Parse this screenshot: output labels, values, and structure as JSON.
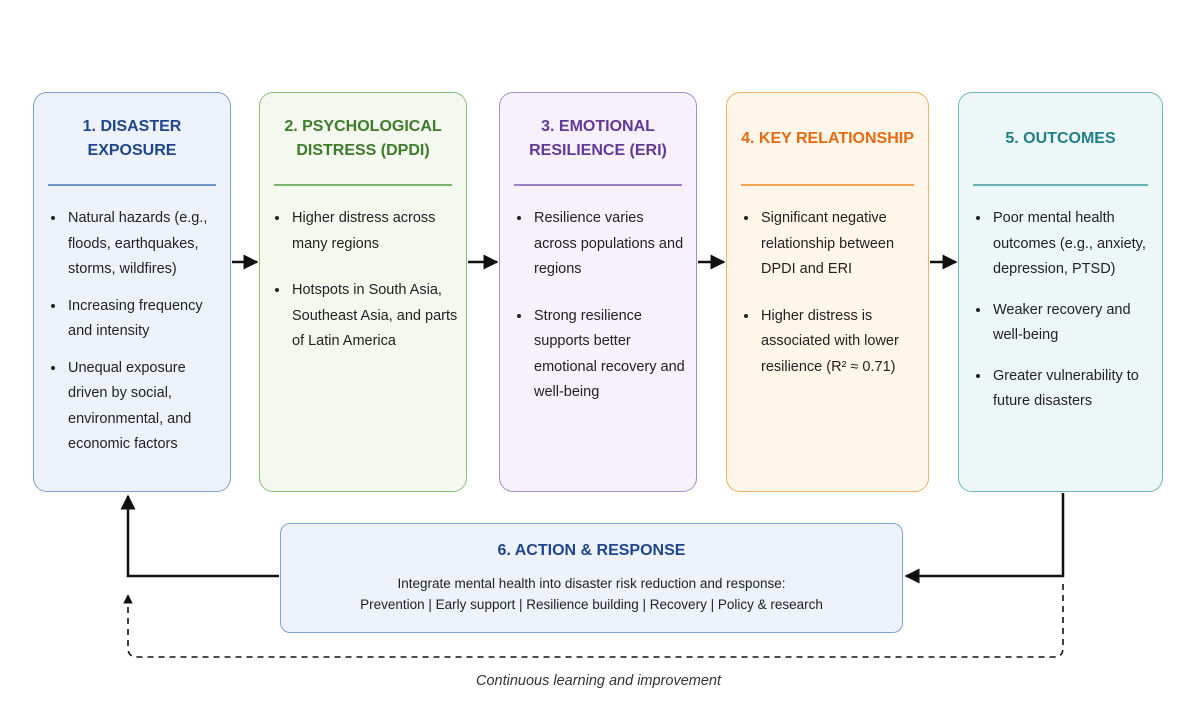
{
  "boxes": [
    {
      "title": "1. DISASTER EXPOSURE",
      "items": [
        "Natural hazards (e.g., floods, earthquakes, storms, wildfires)",
        "Increasing frequency and intensity",
        "Unequal exposure driven by social, environmental, and economic factors"
      ]
    },
    {
      "title": "2. PSYCHOLOGICAL DISTRESS (DPDI)",
      "items": [
        "Higher distress across many regions",
        "Hotspots in South Asia, Southeast Asia, and parts of Latin America"
      ]
    },
    {
      "title": "3. EMOTIONAL RESILIENCE (ERI)",
      "items": [
        "Resilience varies across populations and regions",
        "Strong resilience supports better emotional recovery and well-being"
      ]
    },
    {
      "title": "4. KEY RELATIONSHIP",
      "items": [
        "Significant negative relationship between DPDI and ERI",
        "Higher distress is associated with lower resilience (R² ≈ 0.71)"
      ]
    },
    {
      "title": "5. OUTCOMES",
      "items": [
        "Poor mental health outcomes (e.g., anxiety, depression, PTSD)",
        "Weaker recovery and well-being",
        "Greater vulnerability to future disasters"
      ]
    }
  ],
  "action": {
    "title": "6. ACTION & RESPONSE",
    "line1": "Integrate mental health into disaster risk reduction and response:",
    "line2": "Prevention | Early support | Resilience building | Recovery | Policy & research"
  },
  "loop_label": "Continuous learning and improvement",
  "colors": {
    "exposure": "#1e4690",
    "distress": "#3e7b2a",
    "resilience": "#64389a",
    "relationship": "#e66a12",
    "outcomes": "#1f7f8a",
    "arrow": "#111111"
  }
}
